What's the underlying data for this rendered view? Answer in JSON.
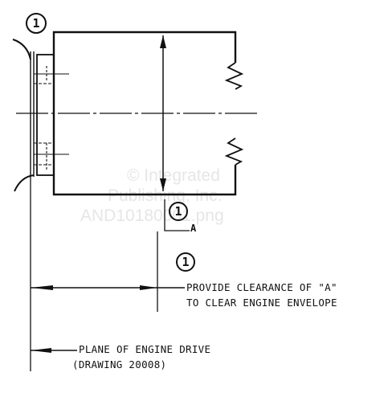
{
  "watermark": {
    "line1": "© Integrated",
    "line2": "Publishing, Inc.",
    "line3": "AND10180001.png"
  },
  "callouts": {
    "top_left": "1",
    "center": "1",
    "center_subscript": "A",
    "lower": "1"
  },
  "notes": {
    "clearance_line1": "PROVIDE CLEARANCE OF \"A\"",
    "clearance_line2": "TO CLEAR ENGINE ENVELOPE",
    "plane_line1": "PLANE OF ENGINE DRIVE",
    "plane_line2": "(DRAWING 20008)"
  },
  "colors": {
    "ink": "#111111",
    "paper": "#ffffff",
    "watermark": "#e6e6e6"
  }
}
